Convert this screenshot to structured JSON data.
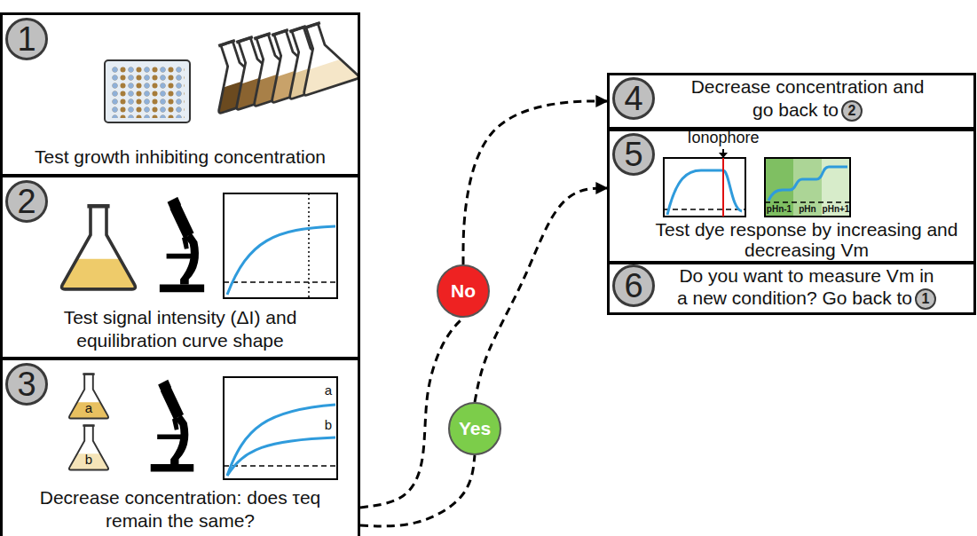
{
  "diagram": {
    "nodes": [
      {
        "text": [
          "1",
          "Test growth inhibiting concentration"
        ]
      },
      {
        "text": [
          "2",
          "Test signal intensity (ΔI) and equilibration curve shape"
        ]
      },
      {
        "text": [
          "3",
          "Decrease concentration: does τeq remain the same?"
        ]
      },
      {
        "text": [
          "No"
        ]
      },
      {
        "text": [
          "Yes"
        ]
      },
      {
        "text": [
          "4",
          "Decrease concentration and go back to",
          "2"
        ]
      },
      {
        "text": [
          "5",
          "Ionophore",
          "Test dye response by increasing and decreasing Vm"
        ]
      },
      {
        "text": [
          "6",
          "Do you want to measure Vm in a new condition? Go back to",
          "1"
        ]
      }
    ],
    "edges": [
      {
        "from": 2,
        "to": 3,
        "arrow": "none"
      },
      {
        "from": 3,
        "to": 5,
        "arrow": "to"
      },
      {
        "from": 2,
        "to": 4,
        "arrow": "none"
      },
      {
        "from": 4,
        "to": 6,
        "arrow": "to"
      }
    ],
    "labels": [
      "a",
      "b",
      "a",
      "b",
      "pHn-1",
      "pHn",
      "pHn+1"
    ]
  }
}
